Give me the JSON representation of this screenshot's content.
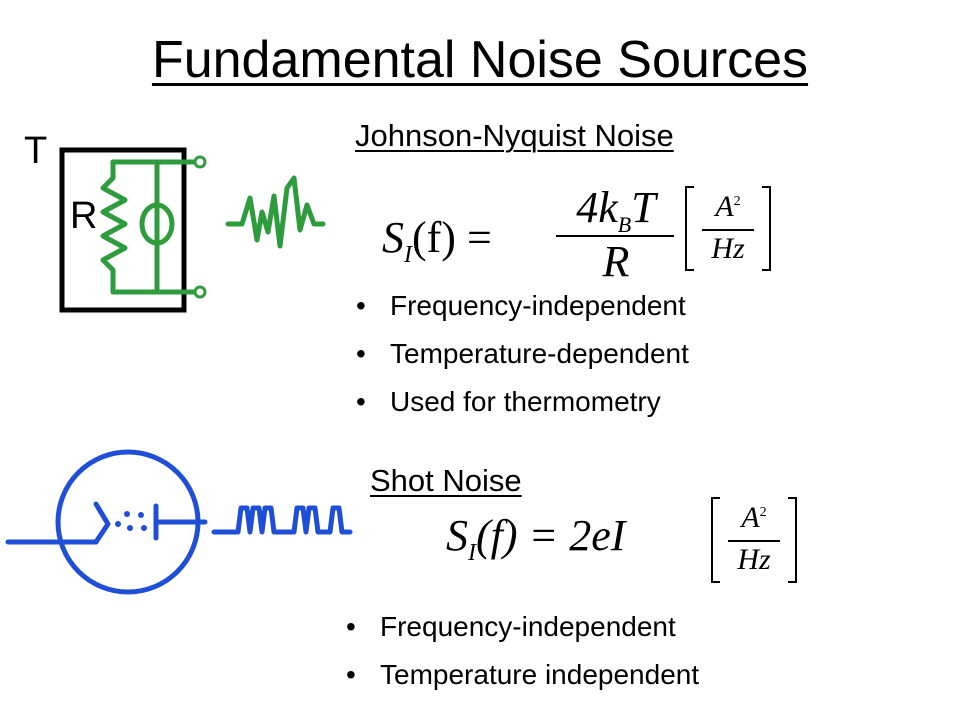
{
  "title": "Fundamental Noise Sources",
  "johnson": {
    "heading": "Johnson-Nyquist Noise",
    "circuit_labels": {
      "temperature": "T",
      "resistor": "R"
    },
    "formula": {
      "lhs_symbol": "S",
      "lhs_subscript": "I",
      "lhs_args": "(f) =",
      "numerator_lead": "4k",
      "numerator_subscript": "B",
      "numerator_tail": "T",
      "denominator": "R",
      "unit_numerator": "A",
      "unit_exponent": "2",
      "unit_denominator": "Hz"
    },
    "bullets": [
      "Frequency-independent",
      "Temperature-dependent",
      "Used for thermometry"
    ],
    "color": "#2e9b3c"
  },
  "shot": {
    "heading": "Shot Noise",
    "formula": {
      "lhs_symbol": "S",
      "lhs_subscript": "I",
      "lhs_args": "(f) = 2eI",
      "unit_numerator": "A",
      "unit_exponent": "2",
      "unit_denominator": "Hz"
    },
    "bullets": [
      "Frequency-independent",
      "Temperature independent"
    ],
    "color": "#1f4fd8"
  }
}
